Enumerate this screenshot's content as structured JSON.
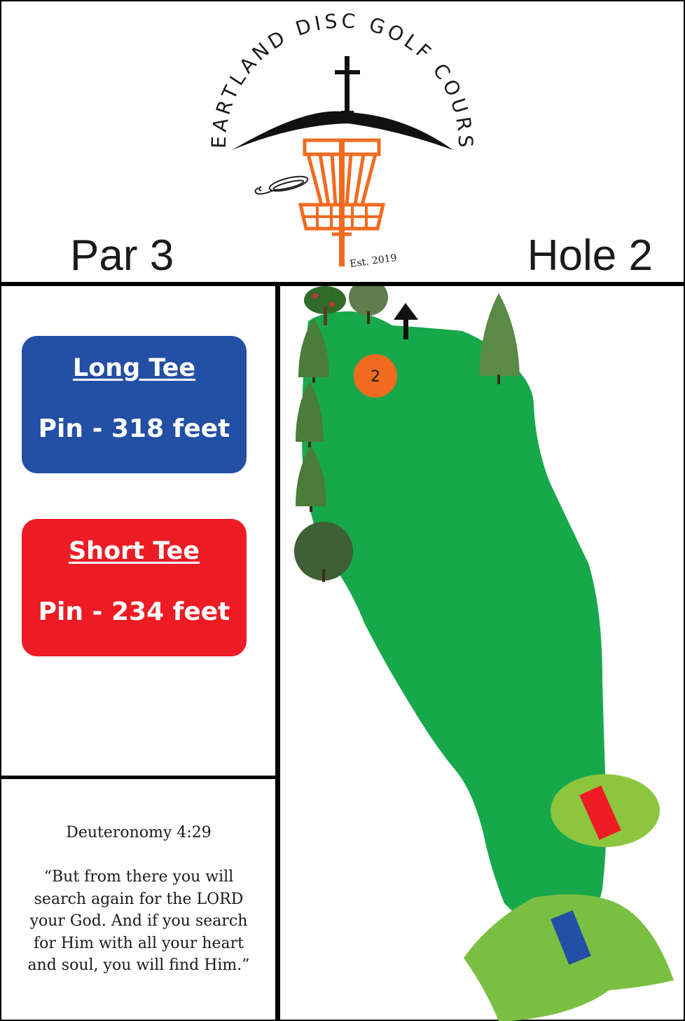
{
  "course": {
    "name": "HEARTLAND DISC GOLF COURSE",
    "established": "Est. 2019",
    "colors": {
      "accent": "#f26b21",
      "fairway": "#17a84b",
      "tee_area": "#8cc63f"
    }
  },
  "hole": {
    "par_label": "Par 3",
    "hole_label": "Hole 2",
    "basket_number": "2"
  },
  "tees": [
    {
      "name": "Long Tee",
      "distance": "Pin - 318 feet",
      "color": "#234fa4"
    },
    {
      "name": "Short Tee",
      "distance": "Pin - 234 feet",
      "color": "#ed1c24"
    }
  ],
  "verse": {
    "reference": "Deuteronomy 4:29",
    "lines": [
      "“But from there you will",
      "search again for the LORD",
      "your God. And if you search",
      "for Him with all your heart",
      "and soul, you will find Him.”"
    ]
  },
  "icons": [
    "cross-icon",
    "disc-golf-basket-icon",
    "flying-disc-icon",
    "direction-arrow-icon",
    "tree-icon"
  ]
}
